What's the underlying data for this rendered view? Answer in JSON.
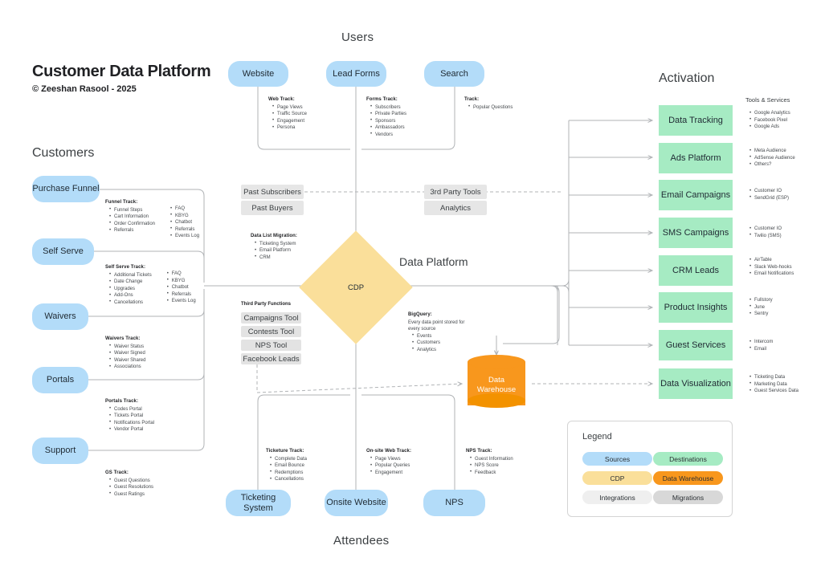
{
  "title": "Customer Data Platform",
  "byline": "© Zeeshan Rasool - 2025",
  "sections": {
    "users": "Users",
    "customers": "Customers",
    "attendees": "Attendees",
    "activation": "Activation",
    "data_platform": "Data Platform",
    "tools_services": "Tools & Services",
    "third_party_functions": "Third Party Functions"
  },
  "users_nodes": [
    {
      "label": "Website"
    },
    {
      "label": "Lead Forms"
    },
    {
      "label": "Search"
    }
  ],
  "users_tracks": [
    {
      "title": "Web Track:",
      "items": [
        "Page Views",
        "Traffic Source",
        "Engagement",
        "Persona"
      ]
    },
    {
      "title": "Forms Track:",
      "items": [
        "Subscribers",
        "Private Parties",
        "Sponsors",
        "Ambassadors",
        "Vendors"
      ]
    },
    {
      "title": "Track:",
      "items": [
        "Popular Questions"
      ]
    }
  ],
  "customers_nodes": [
    {
      "label": "Purchase Funnel"
    },
    {
      "label": "Self Serve"
    },
    {
      "label": "Waivers"
    },
    {
      "label": "Portals"
    },
    {
      "label": "Support"
    }
  ],
  "customers_tracks": [
    {
      "title": "Funnel Track:",
      "col1": [
        "Funnel Steps",
        "Cart Information",
        "Order Confirmation",
        "Referrals"
      ],
      "col2": [
        "FAQ",
        "KBYG",
        "Chatbot",
        "Referrals",
        "Events Log"
      ]
    },
    {
      "title": "Self Serve Track:",
      "col1": [
        "Additional Tickets",
        "Date Change",
        "Upgrades",
        "Add-Ons",
        "Cancellations"
      ],
      "col2": [
        "FAQ",
        "KBYG",
        "Chatbot",
        "Referrals",
        "Events Log"
      ]
    },
    {
      "title": "Waivers Track:",
      "col1": [
        "Waiver Status",
        "Waiver Signed",
        "Waiver Shared",
        "Associations"
      ],
      "col2": []
    },
    {
      "title": "Portals Track:",
      "col1": [
        "Codes Portal",
        "Tickets Portal",
        "Notifications Portal",
        "Vendor Portal"
      ],
      "col2": []
    },
    {
      "title": "GS Track:",
      "col1": [
        "Guest Questions",
        "Guest Resolutions",
        "Guest Ratings"
      ],
      "col2": []
    }
  ],
  "attendees_nodes": [
    {
      "label": "Ticketing System"
    },
    {
      "label": "Onsite Website"
    },
    {
      "label": "NPS"
    }
  ],
  "attendees_tracks": [
    {
      "title": "Ticketure Track:",
      "items": [
        "Complete Data",
        "Email Bounce",
        "Redemptions",
        "Cancellations"
      ]
    },
    {
      "title": "On-site Web Track:",
      "items": [
        "Page Views",
        "Popular Queries",
        "Engagement"
      ]
    },
    {
      "title": "NPS Track:",
      "items": [
        "Guest Information",
        "NPS Score",
        "Feedback"
      ]
    }
  ],
  "migrations": [
    {
      "label": "Past Subscribers"
    },
    {
      "label": "Past Buyers"
    }
  ],
  "integrations_right": [
    {
      "label": "3rd Party Tools"
    },
    {
      "label": "Analytics"
    }
  ],
  "migration_track": {
    "title": "Data List Migration:",
    "items": [
      "Ticketing System",
      "Email Platform",
      "CRM"
    ]
  },
  "third_party_tools": [
    {
      "label": "Campaigns Tool"
    },
    {
      "label": "Contests Tool"
    },
    {
      "label": "NPS Tool"
    },
    {
      "label": "Facebook Leads"
    }
  ],
  "cdp": {
    "label": "CDP"
  },
  "warehouse": {
    "label": "Data\nWarehouse",
    "line1": "Data",
    "line2": "Warehouse"
  },
  "bigquery": {
    "title": "BigQuery:",
    "desc1": "Every data point stored for",
    "desc2": "every source",
    "items": [
      "Events",
      "Customers",
      "Analytics"
    ]
  },
  "activation_rows": [
    {
      "label": "Data Tracking",
      "tools": [
        "Google Analytics",
        "Facebook Pixel",
        "Google Ads"
      ]
    },
    {
      "label": "Ads Platform",
      "tools": [
        "Meta Audience",
        "AdSense Audience",
        "Others?"
      ]
    },
    {
      "label": "Email Campaigns",
      "tools": [
        "Customer IO",
        "SendGrid (ESP)"
      ]
    },
    {
      "label": "SMS Campaigns",
      "tools": [
        "Customer IO",
        "Twilio (SMS)"
      ]
    },
    {
      "label": "CRM Leads",
      "tools": [
        "AirTable",
        "Slack Web-hooks",
        "Email Notifications"
      ]
    },
    {
      "label": "Product Insights",
      "tools": [
        "Fullstory",
        "June",
        "Sentry"
      ]
    },
    {
      "label": "Guest Services",
      "tools": [
        "Intercom",
        "Email"
      ]
    },
    {
      "label": "Data Visualization",
      "tools": [
        "Ticketing Data",
        "Marketing Data",
        "Guest Services Data"
      ]
    }
  ],
  "legend": {
    "title": "Legend",
    "chips": [
      {
        "label": "Sources",
        "color": "#b3dcf9"
      },
      {
        "label": "Destinations",
        "color": "#a6ebc3"
      },
      {
        "label": "CDP",
        "color": "#fadf9a"
      },
      {
        "label": "Data Warehouse",
        "color": "#f8971d"
      },
      {
        "label": "Integrations",
        "color": "#efefef"
      },
      {
        "label": "Migrations",
        "color": "#d8d8d8"
      }
    ]
  },
  "colors": {
    "source_blue": "#b3dcf9",
    "destination_green": "#a6ebc3",
    "cdp_yellow": "#fadf9a",
    "warehouse_orange": "#f8971d",
    "integration_gray": "#efefef",
    "migration_gray": "#d8d8d8",
    "wire": "#b0b3b6"
  }
}
